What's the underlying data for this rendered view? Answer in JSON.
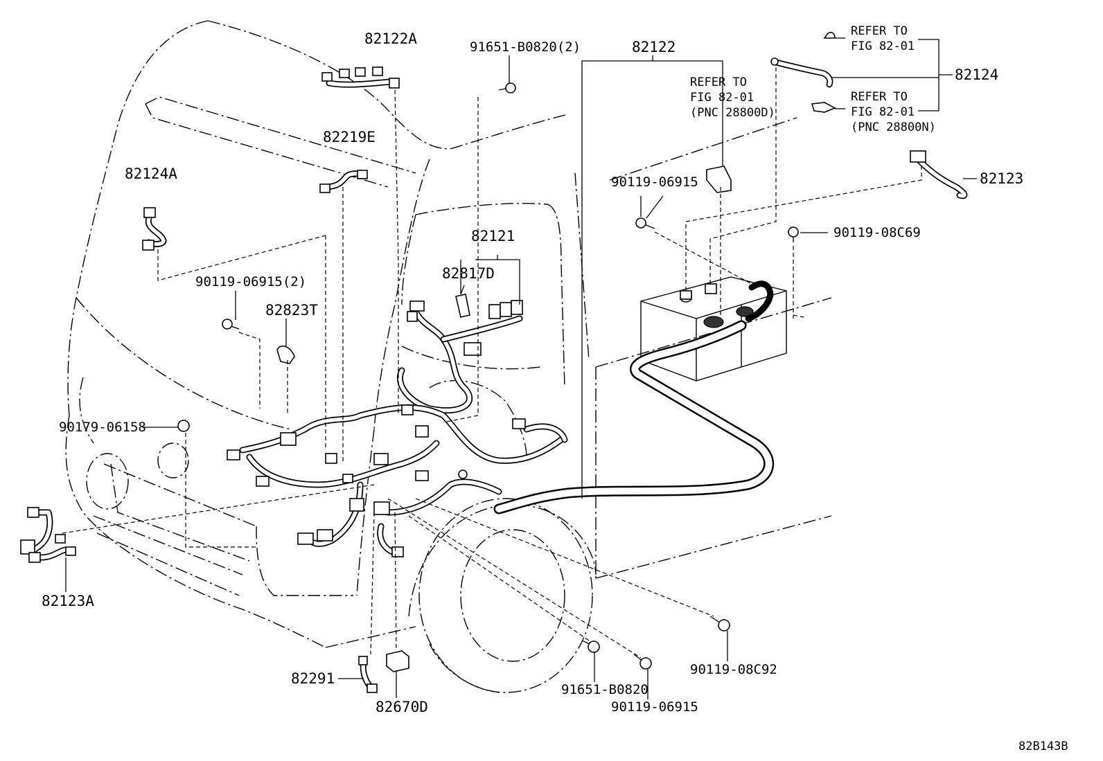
{
  "labels": {
    "p82122A": "82122A",
    "p91651_2": "91651-B0820(2)",
    "p82122": "82122",
    "p82219E": "82219E",
    "p82124A": "82124A",
    "p90119_06915_2": "90119-06915(2)",
    "p82823T": "82823T",
    "p82121": "82121",
    "p82817D": "82817D",
    "p90179": "90179-06158",
    "p82123A": "82123A",
    "p82291": "82291",
    "p82670D": "82670D",
    "p91651": "91651-B0820",
    "p90119_06915": "90119-06915",
    "p90119_08C92": "90119-08C92",
    "p90119_06915_b": "90119-06915",
    "p90119_08C69": "90119-08C69",
    "p82123": "82123",
    "p82124": "82124"
  },
  "refs": {
    "r1_line1": "REFER TO",
    "r1_line2": "FIG 82-01",
    "r2_line1": "REFER TO",
    "r2_line2": "FIG 82-01",
    "r2_line3": "(PNC 28800D)",
    "r3_line1": "REFER TO",
    "r3_line2": "FIG 82-01",
    "r3_line3": "(PNC 28800N)"
  },
  "figure_id": "82B143B"
}
